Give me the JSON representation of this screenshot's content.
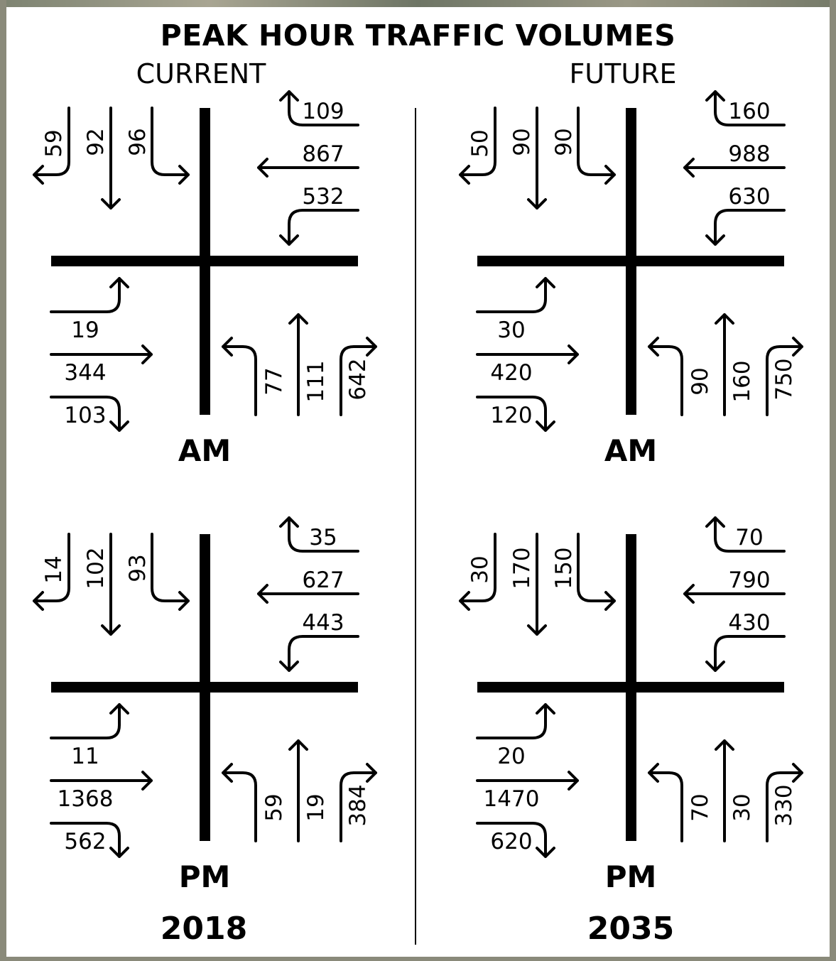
{
  "title": "PEAK HOUR TRAFFIC VOLUMES",
  "column_headers": {
    "current": "CURRENT",
    "future": "FUTURE"
  },
  "years": {
    "current": "2018",
    "future": "2035"
  },
  "colors": {
    "background": "#ffffff",
    "ink": "#000000"
  },
  "panels": [
    {
      "id": "current-am",
      "period": "AM",
      "sb_right": "59",
      "sb_thru": "92",
      "sb_left": "96",
      "wb_right": "109",
      "wb_thru": "867",
      "wb_left": "532",
      "eb_left": "19",
      "eb_thru": "344",
      "eb_right": "103",
      "nb_left": "77",
      "nb_thru": "111",
      "nb_right": "642"
    },
    {
      "id": "future-am",
      "period": "AM",
      "sb_right": "50",
      "sb_thru": "90",
      "sb_left": "90",
      "wb_right": "160",
      "wb_thru": "988",
      "wb_left": "630",
      "eb_left": "30",
      "eb_thru": "420",
      "eb_right": "120",
      "nb_left": "90",
      "nb_thru": "160",
      "nb_right": "750"
    },
    {
      "id": "current-pm",
      "period": "PM",
      "sb_right": "14",
      "sb_thru": "102",
      "sb_left": "93",
      "wb_right": "35",
      "wb_thru": "627",
      "wb_left": "443",
      "eb_left": "11",
      "eb_thru": "1368",
      "eb_right": "562",
      "nb_left": "59",
      "nb_thru": "19",
      "nb_right": "384"
    },
    {
      "id": "future-pm",
      "period": "PM",
      "sb_right": "30",
      "sb_thru": "170",
      "sb_left": "150",
      "wb_right": "70",
      "wb_thru": "790",
      "wb_left": "430",
      "eb_left": "20",
      "eb_thru": "1470",
      "eb_right": "620",
      "nb_left": "70",
      "nb_thru": "30",
      "nb_right": "330"
    }
  ]
}
